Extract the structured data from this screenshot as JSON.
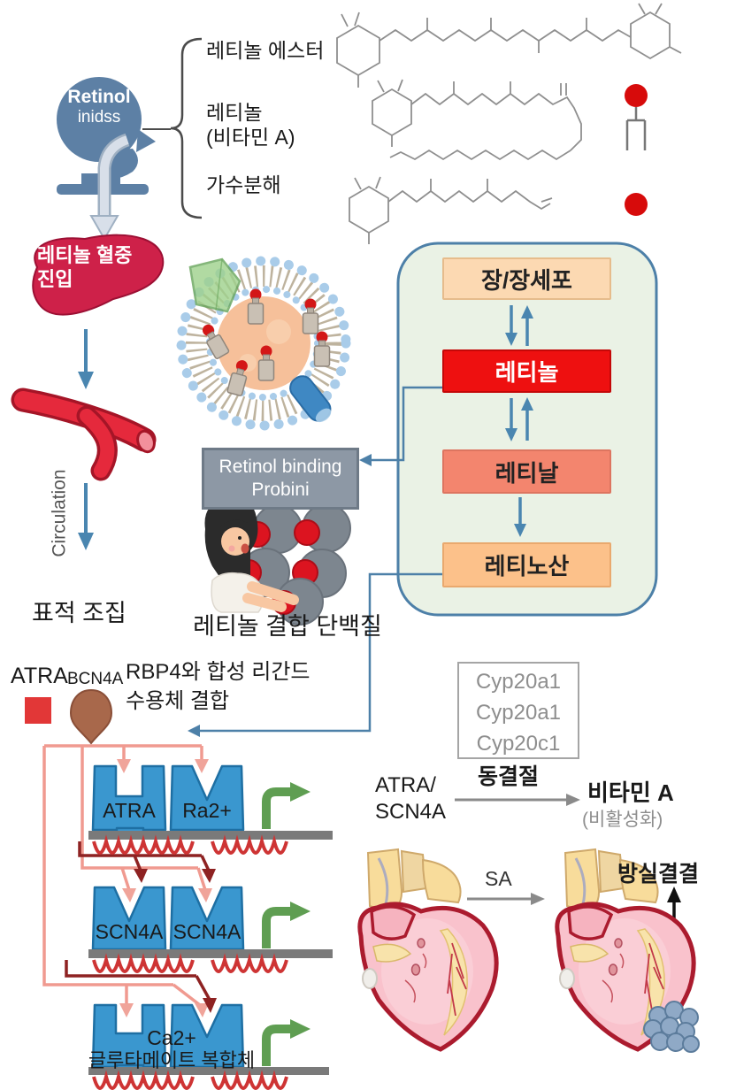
{
  "colors": {
    "steel_blue_arrow": "#4a86b0",
    "panel_border": "#4d80a8",
    "panel_fill": "#eaf2e5",
    "box_intestine": "#fcd9b2",
    "box_retinol": "#ee1010",
    "box_retinal": "#f3856e",
    "box_retinoic": "#fcc18a",
    "receptor_blue": "#3a97cf",
    "green_arrow": "#5f9e52",
    "pink_line": "#f09a90",
    "dark_red_line": "#8e2222",
    "red_dot": "#d70b0b",
    "liver_red": "#ce2149",
    "legend_square": "#e23737",
    "legend_drop": "#a8684b"
  },
  "head": {
    "line1": "Retinol",
    "line2": "inidss"
  },
  "bracket_labels": {
    "ester": "레티놀 에스터",
    "retinol": "레티놀",
    "vitamin_a": "(비타민 A)",
    "hydrolysis": "가수분해"
  },
  "left_column": {
    "liver_line1": "레티놀 혈중",
    "liver_line2": "진입",
    "circulation": "Circulation",
    "target_tissue": "표적 조집"
  },
  "rbp": {
    "box_line1": "Retinol binding",
    "box_line2": "Probini",
    "caption": "레티놀 결합 단백질"
  },
  "panel": {
    "box1": "장/장세포",
    "box2": "레티놀",
    "box3": "레티날",
    "box4": "레티노산"
  },
  "legend": {
    "atra": "ATRA",
    "bcn4a": "BCN4A",
    "rbp4_line1": "RBP4와 합성 리간드",
    "rbp4_line2": "수용체 결합"
  },
  "transcription": {
    "unit1_left": "ATRA",
    "unit1_right": "Ra2+",
    "unit2_left": "SCN4A",
    "unit2_right": "SCN4A",
    "unit3_line1": "Ca2+",
    "unit3_line2": "글루타메이트 복합체"
  },
  "bottom_right": {
    "cyp1": "Cyp20a1",
    "cyp2": "Cyp20a1",
    "cyp3": "Cyp20c1",
    "node_label": "동결절",
    "substrate_line1": "ATRA/",
    "substrate_line2": "SCN4A",
    "product": "비타민 A",
    "product_note": "(비활성화)",
    "sa_label": "SA",
    "av_label": "방실결결"
  }
}
